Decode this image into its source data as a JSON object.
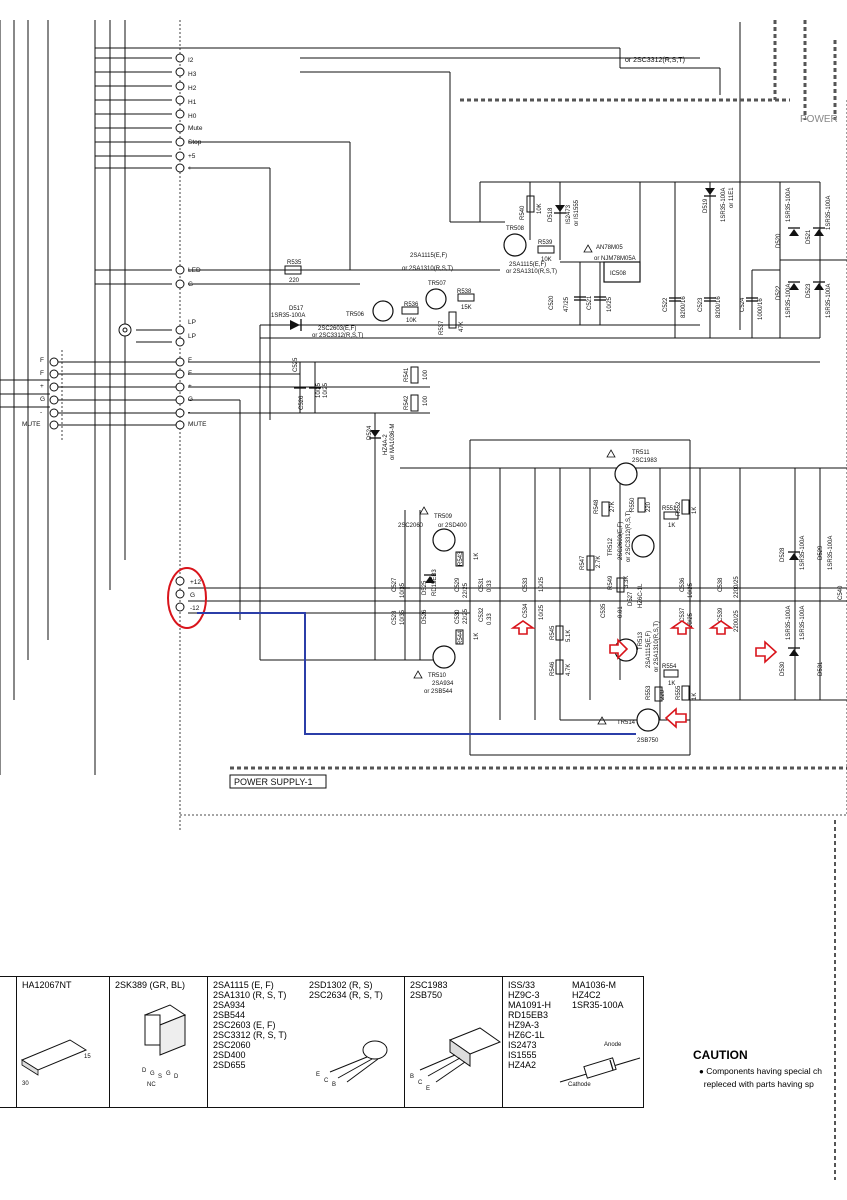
{
  "connector_labels": [
    "I2",
    "H3",
    "H2",
    "H1",
    "H0",
    "Mute",
    "Stop",
    "+5",
    "+",
    "LED",
    "G",
    "LP",
    "LP",
    "F",
    "F",
    "+",
    "G",
    "-",
    "MUTE"
  ],
  "left_connector_labels": [
    "F",
    "F",
    "+",
    "G",
    "-",
    "MUTE"
  ],
  "power_connector_labels": [
    "+12",
    "G",
    "-12"
  ],
  "section_labels": {
    "power_supply_1": "POWER SUPPLY-1",
    "power_top": "POWER"
  },
  "top_note": "or 2SC3312(R,S,T)",
  "component_labels": {
    "R535": "R535",
    "R535_val": "220",
    "D517": "D517",
    "D517_part": "1SR35-100A",
    "TR506": "TR506",
    "TR506_part": "2SC2603(E,F)",
    "TR506_alt": "or 2SC3312(R,S,T)",
    "R536": "R536",
    "R536_val": "10K",
    "TR507": "TR507",
    "R538": "R538",
    "R538_val": "15K",
    "R537": "R537",
    "R537_val": "47K",
    "TR508": "TR508",
    "TR508_part": "2SA1115(E,F)",
    "TR508_alt": "or 2SA1310(R,S,T)",
    "R539": "R539",
    "R539_val": "10K",
    "R540": "R540",
    "R540_val": "10K",
    "D518": "D518",
    "D518_part": "IS2473",
    "D518_alt": "or IS1555",
    "IC508": "IC508",
    "IC508_part": "AN78M05",
    "IC508_alt": "or NJM78M05A",
    "C520": "C520",
    "C520_val": "47/25",
    "C521": "C521",
    "C521_val": "10/25",
    "C522": "C522",
    "C522_val": "8200/16",
    "C523": "C523",
    "C523_val": "8200/16",
    "C524": "C524",
    "C524_val": "1000/16",
    "D519": "D519",
    "D519_part": "1SR35-100A",
    "D519_alt": "or 11E1",
    "D520": "D520",
    "D521": "D521",
    "D522": "D522",
    "D523": "D523",
    "diode_part": "1SR35-100A",
    "C525": "C525",
    "C525_val": "10/25",
    "C526": "C526",
    "C526_val": "10/25",
    "R541": "R541",
    "R541_val": "100",
    "R542": "R542",
    "R542_val": "100",
    "D524": "D524",
    "D524_part": "HZ4A-2",
    "D524_alt": "or MA1036-M",
    "TR509": "TR509",
    "TR509_part": "2SC2060",
    "TR509_alt": "or 2SD400",
    "TR510": "TR510",
    "TR510_part": "2SA934",
    "TR510_alt": "or 2SB544",
    "TR511": "TR511",
    "TR511_part": "2SC1983",
    "TR512": "TR512",
    "TR512_part": "2SC2603(E,F)",
    "TR512_alt": "or 2SC3312(R,S,T)",
    "TR513": "TR513",
    "TR513_part": "2SA1115(E,F)",
    "TR513_alt": "or 2SA1310(R,S,T)",
    "TR514": "TR514",
    "TR514_part": "2SB750",
    "R543": "R543",
    "R543_val": "1K",
    "R544": "R544",
    "R544_val": "1K",
    "R545": "R545",
    "R545_val": "5.1K",
    "R546": "R546",
    "R546_val": "4.7K",
    "R547": "R547",
    "R547_val": "2.7K",
    "R548": "R548",
    "R548_val": "27K",
    "R549": "R549",
    "R549_val": "3.3K",
    "R550": "R550",
    "R550_val": "220",
    "R551": "R551",
    "R551_val": "1K",
    "R552": "R552",
    "R552_val": "1K",
    "R553": "R553",
    "R553_val": "220",
    "R554": "R554",
    "R554_val": "1K",
    "R555": "R555",
    "R555_val": "1K",
    "D525": "D525",
    "D525_part": "RD15EB3",
    "D526": "D526",
    "D527": "D527",
    "D527_part": "HZ6C-1L",
    "D528": "D528",
    "D529": "D529",
    "D530": "D530",
    "D531": "D531",
    "C527": "C527",
    "C527_val": "10/35",
    "C528": "C528",
    "C528_val": "10/35",
    "C529": "C529",
    "C529_val": "22/25",
    "C530": "C530",
    "C530_val": "22/25",
    "C531": "C531",
    "C531_val": "0.33",
    "C532": "C532",
    "C532_val": "0.33",
    "C533": "C533",
    "C533_val": "10/25",
    "C534": "C534",
    "C534_val": "10/25",
    "C535": "C535",
    "C535_val": "0.01",
    "C536": "C536",
    "C536_val": "10/25",
    "C537": "C537",
    "C537_val": "10/25",
    "C538": "C538",
    "C538_val": "2200/25",
    "C539": "C539",
    "C539_val": "2200/25",
    "C540": "C540"
  },
  "parts_table": {
    "col1": [
      "HA12067NT"
    ],
    "col2": [
      "2SK389 (GR, BL)"
    ],
    "col3a": [
      "2SA1115 (E, F)",
      "2SA1310 (R, S, T)",
      "2SA934",
      "2SB544",
      "2SC2603 (E, F)",
      "2SC3312 (R, S, T)",
      "2SC2060",
      "2SD400",
      "2SD655"
    ],
    "col3b": [
      "2SD1302 (R, S)",
      "2SC2634 (R, S, T)"
    ],
    "col4": [
      "2SC1983",
      "2SB750"
    ],
    "col5a": [
      "ISS/33",
      "HZ9C-3",
      "MA1091-H",
      "RD15EB3",
      "HZ9A-3",
      "HZ6C-1L",
      "IS2473",
      "IS1555",
      "HZ4A2"
    ],
    "col5b": [
      "MA1036-M",
      "HZ4C2",
      "1SR35-100A"
    ],
    "pin_labels": {
      "ic_pin1": "30",
      "ic_pin2": "15",
      "fet_pins": [
        "D",
        "G",
        "S",
        "G",
        "D"
      ],
      "fet_nc": "NC",
      "tr_pins": [
        "E",
        "C",
        "B"
      ],
      "pwr_pins": [
        "B",
        "C",
        "E"
      ],
      "diode_anode": "Anode",
      "diode_cathode": "Cathode"
    }
  },
  "caution": {
    "title": "CAUTION",
    "line1": "Components having special ch",
    "line2": "repleced with parts having sp"
  },
  "colors": {
    "highlight_blue": "#2b3ea8",
    "highlight_red": "#d9141b"
  }
}
